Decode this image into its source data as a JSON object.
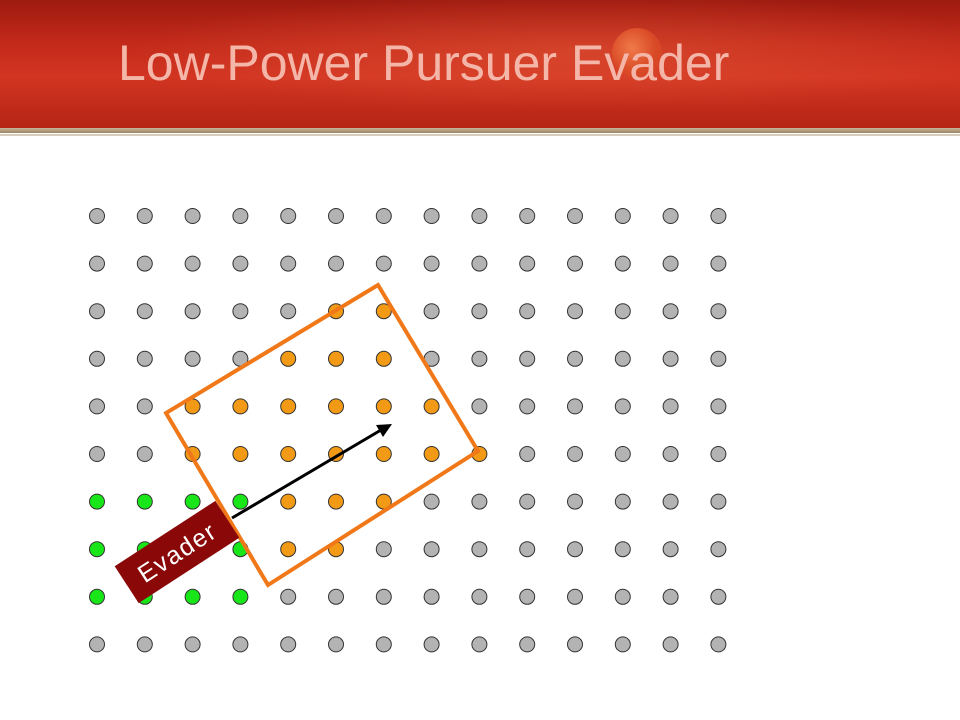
{
  "slide": {
    "title": "Low-Power Pursuer Evader"
  },
  "diagram": {
    "rows": 10,
    "cols": 14,
    "colors": {
      "inactive": "#b3b3b3",
      "active": "#f29a16",
      "evader_trail": "#19e619",
      "region_outline": "#f07818",
      "evader_box": "#8a0808",
      "evader_text": "#ffffff",
      "arrow": "#000000"
    },
    "active_nodes": [
      [
        2,
        5
      ],
      [
        2,
        6
      ],
      [
        3,
        4
      ],
      [
        3,
        5
      ],
      [
        3,
        6
      ],
      [
        4,
        2
      ],
      [
        4,
        3
      ],
      [
        4,
        4
      ],
      [
        4,
        5
      ],
      [
        4,
        6
      ],
      [
        4,
        7
      ],
      [
        5,
        2
      ],
      [
        5,
        3
      ],
      [
        5,
        4
      ],
      [
        5,
        5
      ],
      [
        5,
        6
      ],
      [
        5,
        7
      ],
      [
        5,
        8
      ],
      [
        6,
        4
      ],
      [
        6,
        5
      ],
      [
        6,
        6
      ],
      [
        7,
        4
      ],
      [
        7,
        5
      ]
    ],
    "trail_nodes": [
      [
        6,
        0
      ],
      [
        6,
        1
      ],
      [
        6,
        2
      ],
      [
        6,
        3
      ],
      [
        7,
        0
      ],
      [
        7,
        1
      ],
      [
        7,
        2
      ],
      [
        7,
        3
      ],
      [
        8,
        0
      ],
      [
        8,
        1
      ],
      [
        8,
        2
      ],
      [
        8,
        3
      ]
    ],
    "evader": {
      "label": "Evader"
    }
  }
}
